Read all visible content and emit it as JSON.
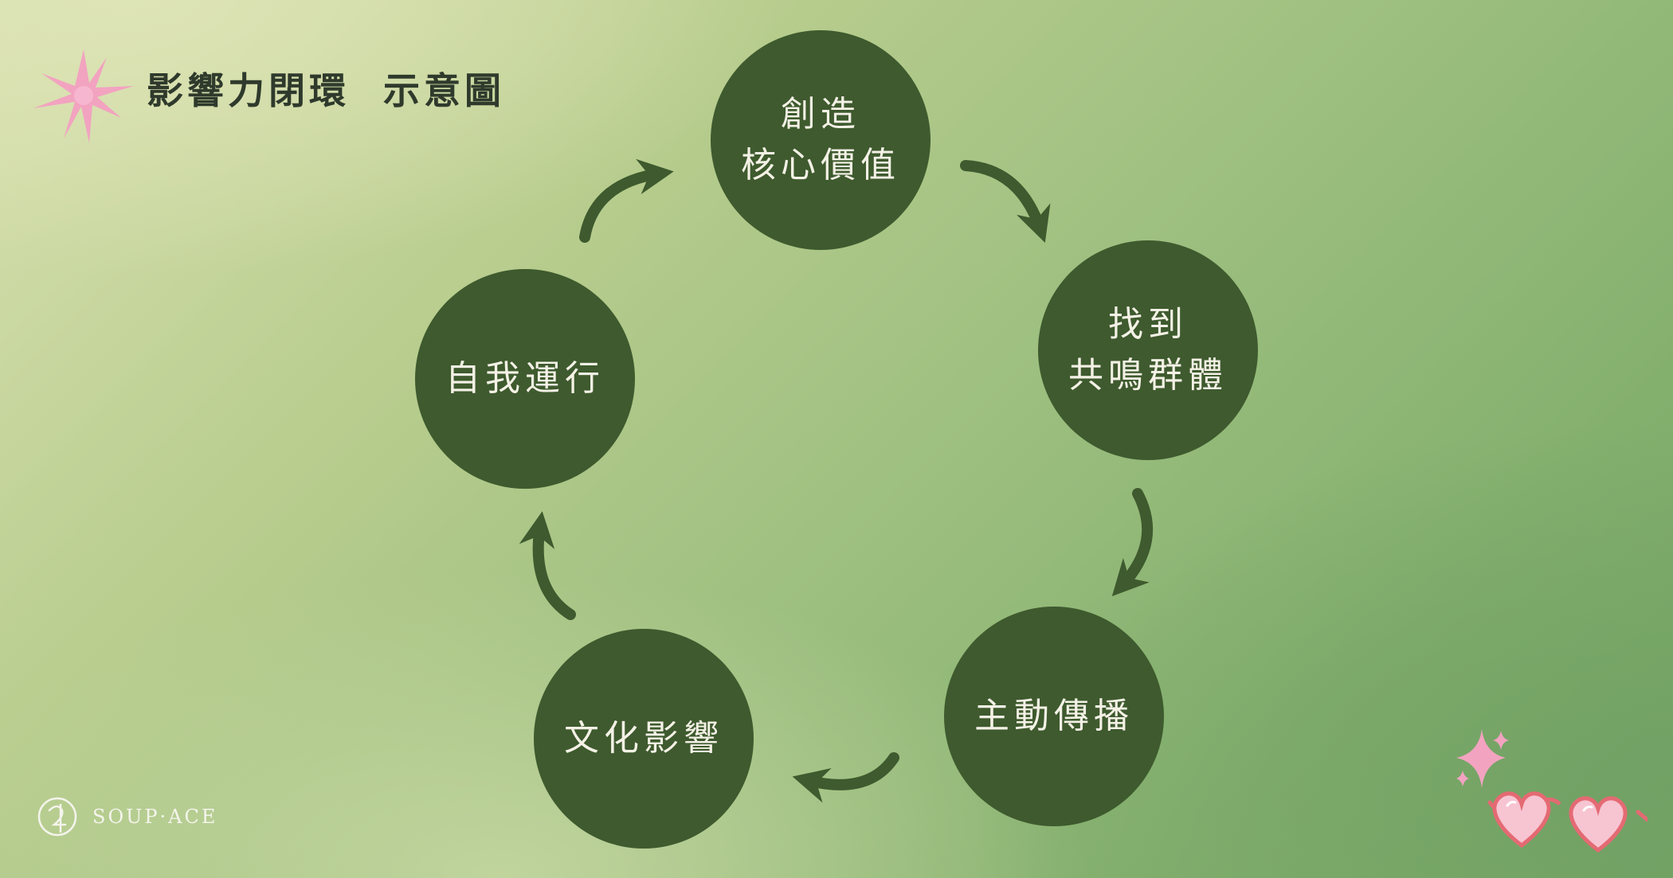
{
  "title": "影響力閉環  示意圖",
  "nodes": [
    {
      "lines": [
        "創造",
        "核心價值"
      ]
    },
    {
      "lines": [
        "找到",
        "共鳴群體"
      ]
    },
    {
      "lines": [
        "主動傳播"
      ]
    },
    {
      "lines": [
        "文化影響"
      ]
    },
    {
      "lines": [
        "自我運行"
      ]
    }
  ],
  "logo": {
    "text": "SOUP·ACE"
  },
  "colors": {
    "node_fill": "#3e5a2e",
    "node_text": "#f4f1e6",
    "arrow": "#3e5a2e",
    "accent_pink": "#f2a3c0",
    "title": "#2f3a2c"
  }
}
